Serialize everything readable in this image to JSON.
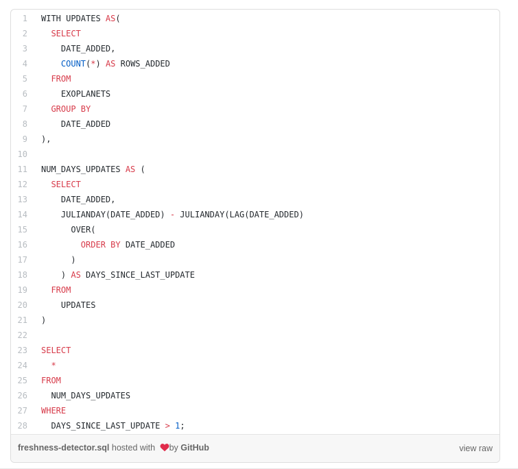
{
  "lines": [
    {
      "n": "1",
      "tokens": [
        {
          "t": "WITH UPDATES ",
          "c": "p"
        },
        {
          "t": "AS",
          "c": "kw"
        },
        {
          "t": "(",
          "c": "p"
        }
      ]
    },
    {
      "n": "2",
      "tokens": [
        {
          "t": "  ",
          "c": "p"
        },
        {
          "t": "SELECT",
          "c": "kw"
        }
      ]
    },
    {
      "n": "3",
      "tokens": [
        {
          "t": "    DATE_ADDED,",
          "c": "p"
        }
      ]
    },
    {
      "n": "4",
      "tokens": [
        {
          "t": "    ",
          "c": "p"
        },
        {
          "t": "COUNT",
          "c": "fn"
        },
        {
          "t": "(",
          "c": "p"
        },
        {
          "t": "*",
          "c": "kw"
        },
        {
          "t": ") ",
          "c": "p"
        },
        {
          "t": "AS",
          "c": "kw"
        },
        {
          "t": " ROWS_ADDED",
          "c": "p"
        }
      ]
    },
    {
      "n": "5",
      "tokens": [
        {
          "t": "  ",
          "c": "p"
        },
        {
          "t": "FROM",
          "c": "kw"
        }
      ]
    },
    {
      "n": "6",
      "tokens": [
        {
          "t": "    EXOPLANETS",
          "c": "p"
        }
      ]
    },
    {
      "n": "7",
      "tokens": [
        {
          "t": "  ",
          "c": "p"
        },
        {
          "t": "GROUP BY",
          "c": "kw"
        }
      ]
    },
    {
      "n": "8",
      "tokens": [
        {
          "t": "    DATE_ADDED",
          "c": "p"
        }
      ]
    },
    {
      "n": "9",
      "tokens": [
        {
          "t": "),",
          "c": "p"
        }
      ]
    },
    {
      "n": "10",
      "tokens": []
    },
    {
      "n": "11",
      "tokens": [
        {
          "t": "NUM_DAYS_UPDATES ",
          "c": "p"
        },
        {
          "t": "AS",
          "c": "kw"
        },
        {
          "t": " (",
          "c": "p"
        }
      ]
    },
    {
      "n": "12",
      "tokens": [
        {
          "t": "  ",
          "c": "p"
        },
        {
          "t": "SELECT",
          "c": "kw"
        }
      ]
    },
    {
      "n": "13",
      "tokens": [
        {
          "t": "    DATE_ADDED,",
          "c": "p"
        }
      ]
    },
    {
      "n": "14",
      "tokens": [
        {
          "t": "    JULIANDAY(DATE_ADDED) ",
          "c": "p"
        },
        {
          "t": "-",
          "c": "kw"
        },
        {
          "t": " JULIANDAY(LAG(DATE_ADDED)",
          "c": "p"
        }
      ]
    },
    {
      "n": "15",
      "tokens": [
        {
          "t": "      OVER(",
          "c": "p"
        }
      ]
    },
    {
      "n": "16",
      "tokens": [
        {
          "t": "        ",
          "c": "p"
        },
        {
          "t": "ORDER BY",
          "c": "kw"
        },
        {
          "t": " DATE_ADDED",
          "c": "p"
        }
      ]
    },
    {
      "n": "17",
      "tokens": [
        {
          "t": "      )",
          "c": "p"
        }
      ]
    },
    {
      "n": "18",
      "tokens": [
        {
          "t": "    ) ",
          "c": "p"
        },
        {
          "t": "AS",
          "c": "kw"
        },
        {
          "t": " DAYS_SINCE_LAST_UPDATE",
          "c": "p"
        }
      ]
    },
    {
      "n": "19",
      "tokens": [
        {
          "t": "  ",
          "c": "p"
        },
        {
          "t": "FROM",
          "c": "kw"
        }
      ]
    },
    {
      "n": "20",
      "tokens": [
        {
          "t": "    UPDATES",
          "c": "p"
        }
      ]
    },
    {
      "n": "21",
      "tokens": [
        {
          "t": ")",
          "c": "p"
        }
      ]
    },
    {
      "n": "22",
      "tokens": []
    },
    {
      "n": "23",
      "tokens": [
        {
          "t": "SELECT",
          "c": "kw"
        }
      ]
    },
    {
      "n": "24",
      "tokens": [
        {
          "t": "  ",
          "c": "p"
        },
        {
          "t": "*",
          "c": "kw"
        }
      ]
    },
    {
      "n": "25",
      "tokens": [
        {
          "t": "FROM",
          "c": "kw"
        }
      ]
    },
    {
      "n": "26",
      "tokens": [
        {
          "t": "  NUM_DAYS_UPDATES",
          "c": "p"
        }
      ]
    },
    {
      "n": "27",
      "tokens": [
        {
          "t": "WHERE",
          "c": "kw"
        }
      ]
    },
    {
      "n": "28",
      "tokens": [
        {
          "t": "  DAYS_SINCE_LAST_UPDATE ",
          "c": "p"
        },
        {
          "t": ">",
          "c": "kw"
        },
        {
          "t": " ",
          "c": "p"
        },
        {
          "t": "1",
          "c": "num"
        },
        {
          "t": ";",
          "c": "p"
        }
      ]
    }
  ],
  "footer": {
    "filename": "freshness-detector.sql",
    "hosted_text": " hosted with ",
    "heart_icon": "heart-icon",
    "by_text": "by ",
    "github": "GitHub",
    "view_raw": "view raw"
  },
  "colors": {
    "keyword": "#d73a49",
    "function": "#005cc5",
    "number": "#005cc5",
    "text": "#24292e",
    "line_number": "#b7bcc1",
    "heart": "#e02c4b"
  }
}
